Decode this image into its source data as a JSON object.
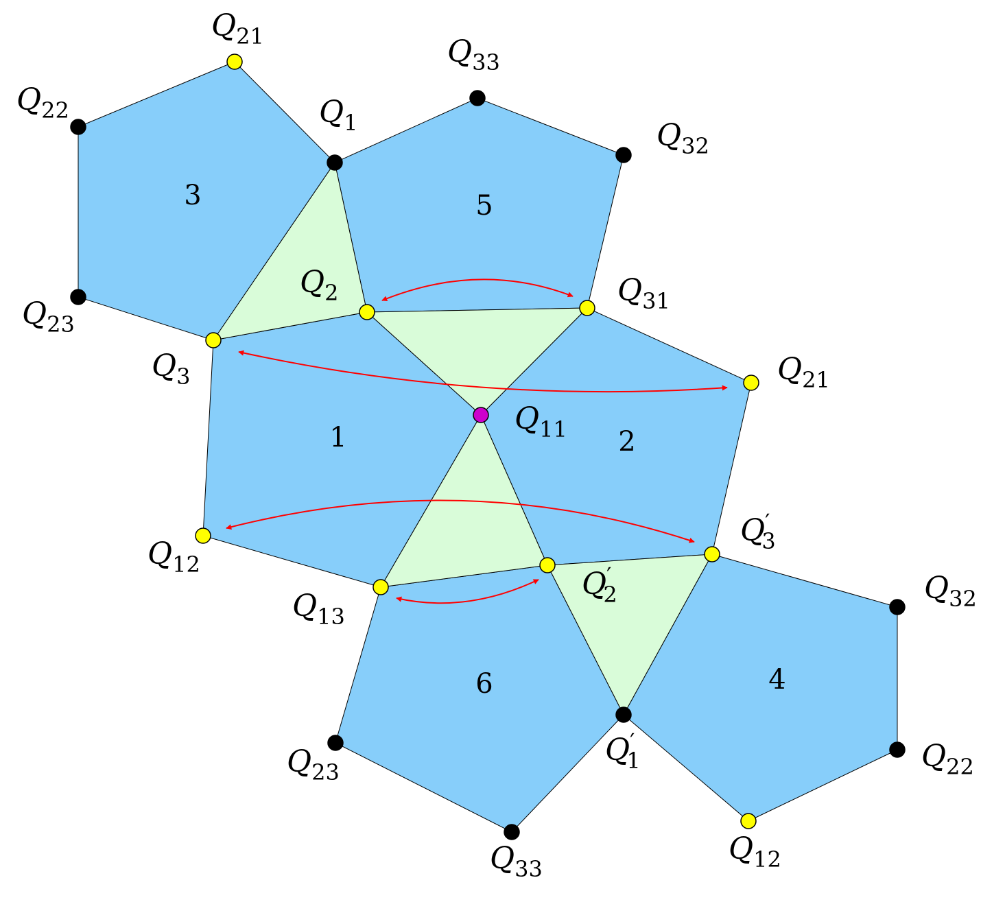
{
  "figure": {
    "region_labels": [
      "3",
      "5",
      "1",
      "2",
      "6",
      "4"
    ],
    "point_labels": [
      {
        "base": "Q",
        "sub": "21",
        "prime": ""
      },
      {
        "base": "Q",
        "sub": "22",
        "prime": ""
      },
      {
        "base": "Q",
        "sub": "1",
        "prime": ""
      },
      {
        "base": "Q",
        "sub": "33",
        "prime": ""
      },
      {
        "base": "Q",
        "sub": "32",
        "prime": ""
      },
      {
        "base": "Q",
        "sub": "2",
        "prime": ""
      },
      {
        "base": "Q",
        "sub": "31",
        "prime": ""
      },
      {
        "base": "Q",
        "sub": "23",
        "prime": ""
      },
      {
        "base": "Q",
        "sub": "3",
        "prime": ""
      },
      {
        "base": "Q",
        "sub": "21",
        "prime": ""
      },
      {
        "base": "Q",
        "sub": "11",
        "prime": ""
      },
      {
        "base": "Q",
        "sub": "3",
        "prime": "′"
      },
      {
        "base": "Q",
        "sub": "12",
        "prime": ""
      },
      {
        "base": "Q",
        "sub": "2",
        "prime": "′"
      },
      {
        "base": "Q",
        "sub": "32",
        "prime": ""
      },
      {
        "base": "Q",
        "sub": "13",
        "prime": ""
      },
      {
        "base": "Q",
        "sub": "23",
        "prime": ""
      },
      {
        "base": "Q",
        "sub": "1",
        "prime": "′"
      },
      {
        "base": "Q",
        "sub": "22",
        "prime": ""
      },
      {
        "base": "Q",
        "sub": "33",
        "prime": ""
      },
      {
        "base": "Q",
        "sub": "12",
        "prime": ""
      }
    ],
    "colors": {
      "pentagon_fill": "#87cefa",
      "triangle_fill": "#d9fcd9",
      "vertex_yellow": "#ffff00",
      "vertex_black": "#000000",
      "vertex_center": "#cc00cc",
      "arrow": "#ff0000"
    }
  }
}
